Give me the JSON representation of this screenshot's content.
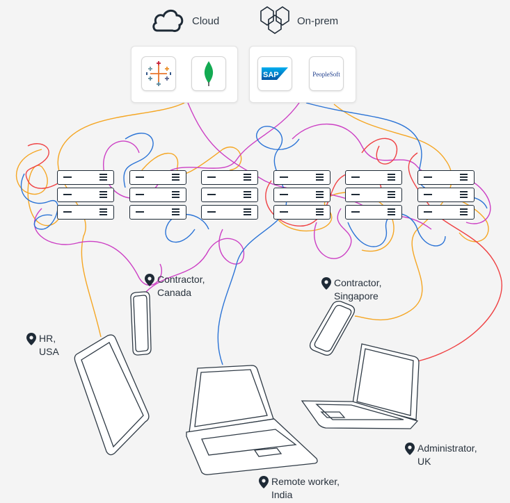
{
  "headings": {
    "cloud": "Cloud",
    "onprem": "On-prem"
  },
  "apps": {
    "cloud": [
      {
        "name": "Tableau",
        "icon": "tableau-logo-icon"
      },
      {
        "name": "MongoDB",
        "icon": "mongodb-leaf-icon"
      }
    ],
    "onprem": [
      {
        "name": "SAP",
        "label": "SAP"
      },
      {
        "name": "PeopleSoft",
        "label": "PeopleSoft"
      }
    ]
  },
  "server_racks": {
    "columns": 6,
    "units_per_rack": 3
  },
  "locations": {
    "contractor_canada": {
      "line1": "Contractor,",
      "line2": "Canada"
    },
    "contractor_singapore": {
      "line1": "Contractor,",
      "line2": "Singapore"
    },
    "hr_usa": {
      "line1": "HR,",
      "line2": "USA"
    },
    "administrator_uk": {
      "line1": "Administrator,",
      "line2": "UK"
    },
    "remote_worker_india": {
      "line1": "Remote worker,",
      "line2": "India"
    }
  },
  "colors": {
    "orange": "#f5a623",
    "magenta": "#cc3fc4",
    "blue": "#2a73d6",
    "red": "#ef4143",
    "dark": "#1e2a36"
  }
}
